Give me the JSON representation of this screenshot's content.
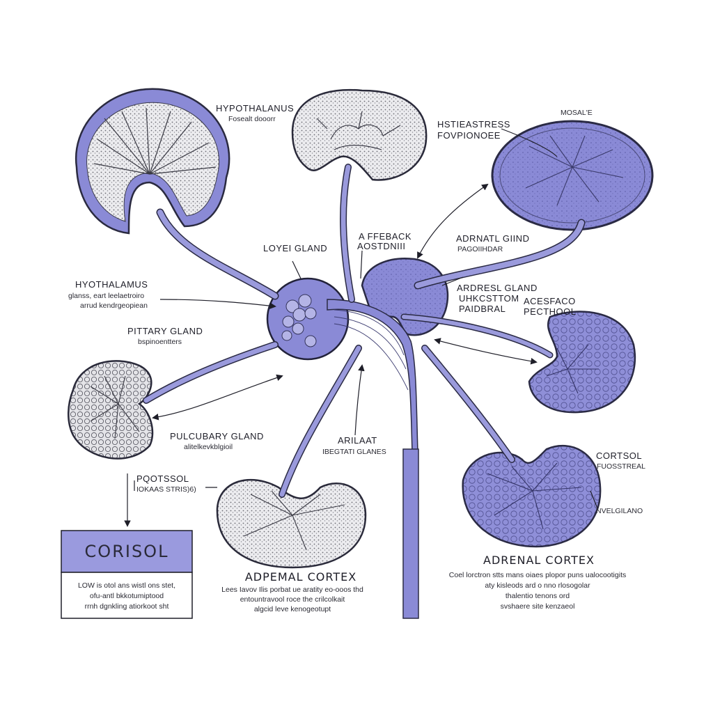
{
  "colors": {
    "accent": "#8c8cd6",
    "accent_dark": "#34346a",
    "tissue_gray": "#9a9aa0",
    "ink": "#1e1e28",
    "box_fill": "#9a9ade"
  },
  "labels": {
    "hypothalamus_top": {
      "title": "HYPOTHALANUS",
      "sub": "Fosealt dooorr"
    },
    "stress_response": {
      "title": "HSTIEASTRESS",
      "sub": "FOVPIONOEE"
    },
    "mosal": {
      "title": "MOSAL'E"
    },
    "feedback": {
      "line1": "A FFEBACK",
      "line2": "AOSTDNIII"
    },
    "adrenal_gland_right": {
      "title": "ADRNATL GIIND",
      "sub": "PAGOIIHDAR"
    },
    "lovei_gland": {
      "title": "LOYEI GLAND"
    },
    "hypothalamus_left": {
      "title": "HYOTHALAMUS",
      "sub1": "glanss, eart leelaetroiro",
      "sub2": "arrud kendrgeopiean"
    },
    "pituitary_left": {
      "title": "PITTARY GLAND",
      "sub": "bspinoentters"
    },
    "adrenal_gland_mid": {
      "line1": "ARDRESL GLAND",
      "line2": "UHKCSTTOM",
      "line3": "PAIDBRAL"
    },
    "acesfaco": {
      "line1": "ACESFACO",
      "line2": "PECTHOOL"
    },
    "pulcubary": {
      "title": "PULCUBARY GLAND",
      "sub": "alitelkevkblgioil"
    },
    "arilaat": {
      "line1": "ARILAAT",
      "line2": "IBEGTATI GLANES"
    },
    "cortsol_right": {
      "line1": "CORTSOL",
      "line2": "FUOSSTREAL"
    },
    "nelgilano": {
      "title": "NVELGILANO"
    },
    "pqotssol": {
      "line1": "PQOTSSOL",
      "line2": "IOKAAS STRIS)6)"
    }
  },
  "cortisol_box": {
    "title": "CORISOL",
    "lines": [
      "LOW is otol ans wistl ons stet,",
      "ofu-antl bkkotumiptood",
      "rrnh dgnkling atiorkoot sht"
    ]
  },
  "adrenal_cortex_mid": {
    "title": "ADPEMAL CORTEX",
    "lines": [
      "Lees Iavov Ilis porbat ue aratity eo-ooos thd",
      "entountravool roce the crilcolkait",
      "algcid leve kenogeotupt"
    ]
  },
  "adrenal_cortex_right": {
    "title": "ADRENAL CORTEX",
    "lines": [
      "Coel lorctron stts mans oiaes plopor puns ualocootigits",
      "aty kisleods ard o nno rlosogolar",
      "thalentio tenons ord",
      "svshaere site kenzaeol"
    ]
  }
}
